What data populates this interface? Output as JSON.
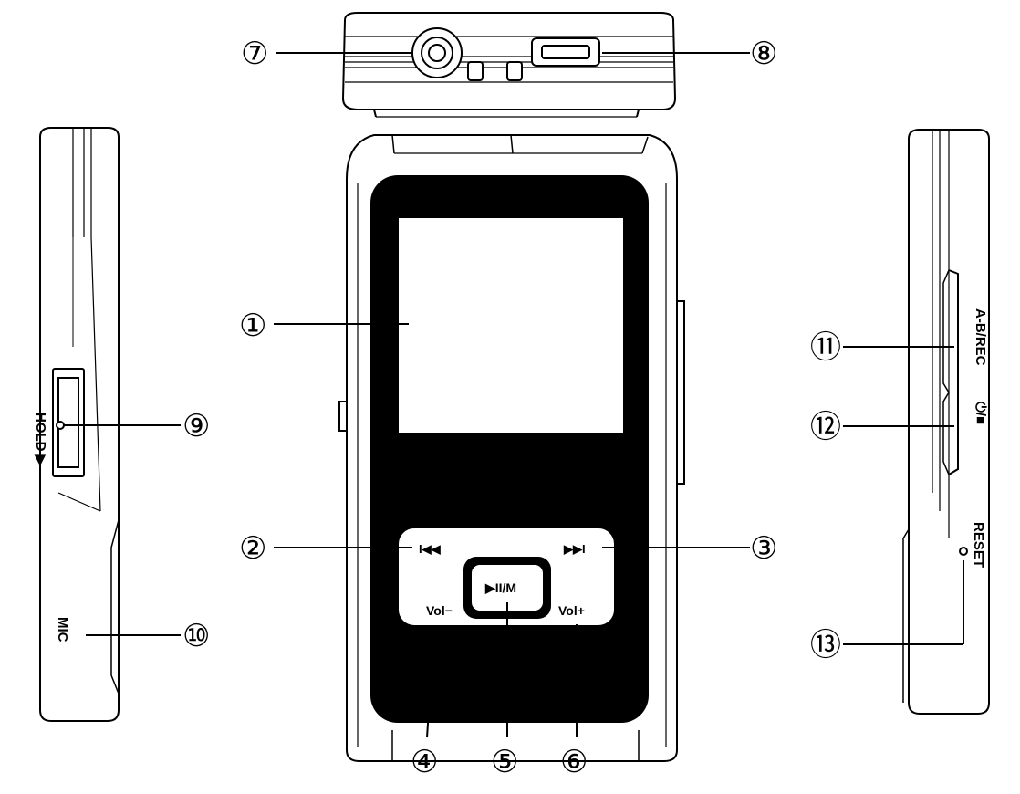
{
  "callouts": [
    {
      "id": "1",
      "symbol": "①"
    },
    {
      "id": "2",
      "symbol": "②"
    },
    {
      "id": "3",
      "symbol": "③"
    },
    {
      "id": "4",
      "symbol": "④"
    },
    {
      "id": "5",
      "symbol": "⑤"
    },
    {
      "id": "6",
      "symbol": "⑥"
    },
    {
      "id": "7",
      "symbol": "⑦"
    },
    {
      "id": "8",
      "symbol": "⑧"
    },
    {
      "id": "9",
      "symbol": "⑨"
    },
    {
      "id": "10",
      "symbol": "⑩"
    },
    {
      "id": "11",
      "symbol": "⑪"
    },
    {
      "id": "12",
      "symbol": "⑫"
    },
    {
      "id": "13",
      "symbol": "⑬"
    }
  ],
  "front": {
    "prev_label": "I◀◀",
    "next_label": "▶▶I",
    "play_label": "▶II/M",
    "vol_minus_label": "Vol−",
    "vol_plus_label": "Vol+"
  },
  "left_side": {
    "hold_label": "HOLD ▶",
    "mic_label": "MIC"
  },
  "right_side": {
    "abrec_label": "A-B/REC",
    "power_label": "⏻/■",
    "reset_label": "RESET"
  }
}
